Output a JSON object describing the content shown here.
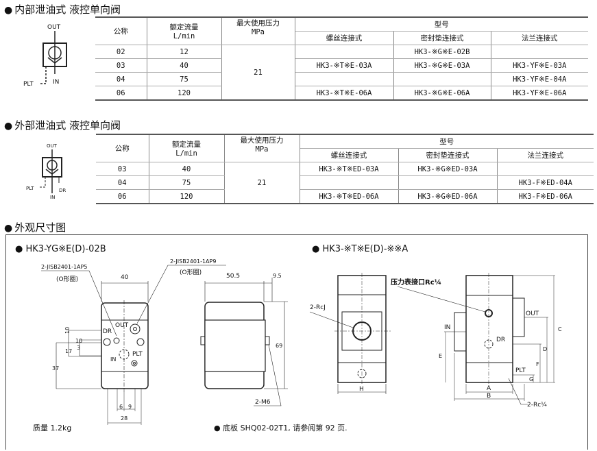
{
  "section1": {
    "title": "内部泄油式 液控单向阀",
    "symbol": {
      "out": "OUT",
      "in": "IN",
      "plt": "PLT"
    },
    "headers": {
      "size": "公称",
      "flow": "额定流量",
      "flow_unit": "L/min",
      "pressure": "最大使用压力",
      "pressure_unit": "MPa",
      "model": "型号",
      "thread": "螺丝连接式",
      "gasket": "密封垫连接式",
      "flange": "法兰连接式"
    },
    "rows": [
      {
        "size": "02",
        "flow": "12",
        "thread": "",
        "gasket": "HK3-※G※E-02B",
        "flange": ""
      },
      {
        "size": "03",
        "flow": "40",
        "thread": "HK3-※T※E-03A",
        "gasket": "HK3-※G※E-03A",
        "flange": "HK3-YF※E-03A"
      },
      {
        "size": "04",
        "flow": "75",
        "thread": "",
        "gasket": "",
        "flange": "HK3-YF※E-04A"
      },
      {
        "size": "06",
        "flow": "120",
        "thread": "HK3-※T※E-06A",
        "gasket": "HK3-※G※E-06A",
        "flange": "HK3-YF※E-06A"
      }
    ],
    "pressure": "21"
  },
  "section2": {
    "title": "外部泄油式 液控单向阀",
    "symbol": {
      "out": "OUT",
      "in": "IN",
      "plt": "PLT",
      "dr": "DR"
    },
    "headers": {
      "size": "公称",
      "flow": "额定流量",
      "flow_unit": "L/min",
      "pressure": "最大使用压力",
      "pressure_unit": "MPa",
      "model": "型号",
      "thread": "螺丝连接式",
      "gasket": "密封垫连接式",
      "flange": "法兰连接式"
    },
    "rows": [
      {
        "size": "03",
        "flow": "40",
        "thread": "HK3-※T※ED-03A",
        "gasket": "HK3-※G※ED-03A",
        "flange": ""
      },
      {
        "size": "04",
        "flow": "75",
        "thread": "",
        "gasket": "",
        "flange": "HK3-F※ED-04A"
      },
      {
        "size": "06",
        "flow": "120",
        "thread": "HK3-※T※ED-06A",
        "gasket": "HK3-※G※ED-06A",
        "flange": "HK3-F※ED-06A"
      }
    ],
    "pressure": "21"
  },
  "section3": {
    "title": "外观尺寸图",
    "left": {
      "title": "HK3-YG※E(D)-02B",
      "oring1": "2-JISB2401-1AP5",
      "oring1_note": "(O形圈)",
      "oring2": "2-JISB2401-1AP9",
      "oring2_note": "(O形圈)",
      "dims": {
        "w40": "40",
        "d50": "50.5",
        "d9": "9.5",
        "h69": "69",
        "d10a": "10",
        "d3": "3",
        "d17": "17",
        "d10b": "10",
        "d37": "37",
        "d6": "6",
        "d9b": "9",
        "d28": "28",
        "m6": "2-M6"
      },
      "ports": {
        "out": "OUT",
        "dr": "DR",
        "in": "IN",
        "plt": "PLT"
      },
      "mass": "质量 1.2kg"
    },
    "note": "底板 SHQ02-02T1, 请参阅第 92 页.",
    "right": {
      "title": "HK3-※T※E(D)-※※A",
      "gauge": "压力表接口Rc¼",
      "rcj": "2-RcJ",
      "rc14": "2-Rc¼",
      "ports": {
        "out": "OUT",
        "in": "IN",
        "dr": "DR",
        "plt": "PLT"
      },
      "dims": {
        "a": "A",
        "b": "B",
        "c": "C",
        "d": "D",
        "e": "E",
        "f": "F",
        "g": "G",
        "h": "H"
      }
    }
  }
}
